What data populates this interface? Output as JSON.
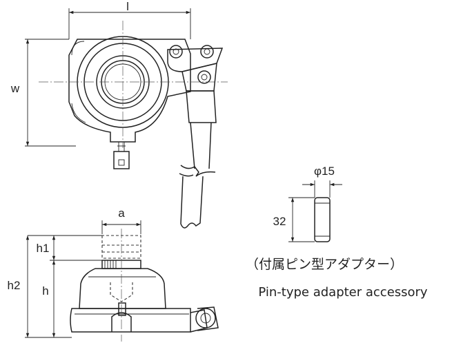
{
  "dimensions": {
    "length": "l",
    "width": "w",
    "a": "a",
    "h": "h",
    "h1": "h1",
    "h2": "h2",
    "pin_diameter": "φ15",
    "pin_length": "32"
  },
  "caption": {
    "japanese": "（付属ピン型アダプター）",
    "english": "Pin-type adapter accessory"
  },
  "colors": {
    "line": "#222222",
    "background": "#ffffff"
  }
}
